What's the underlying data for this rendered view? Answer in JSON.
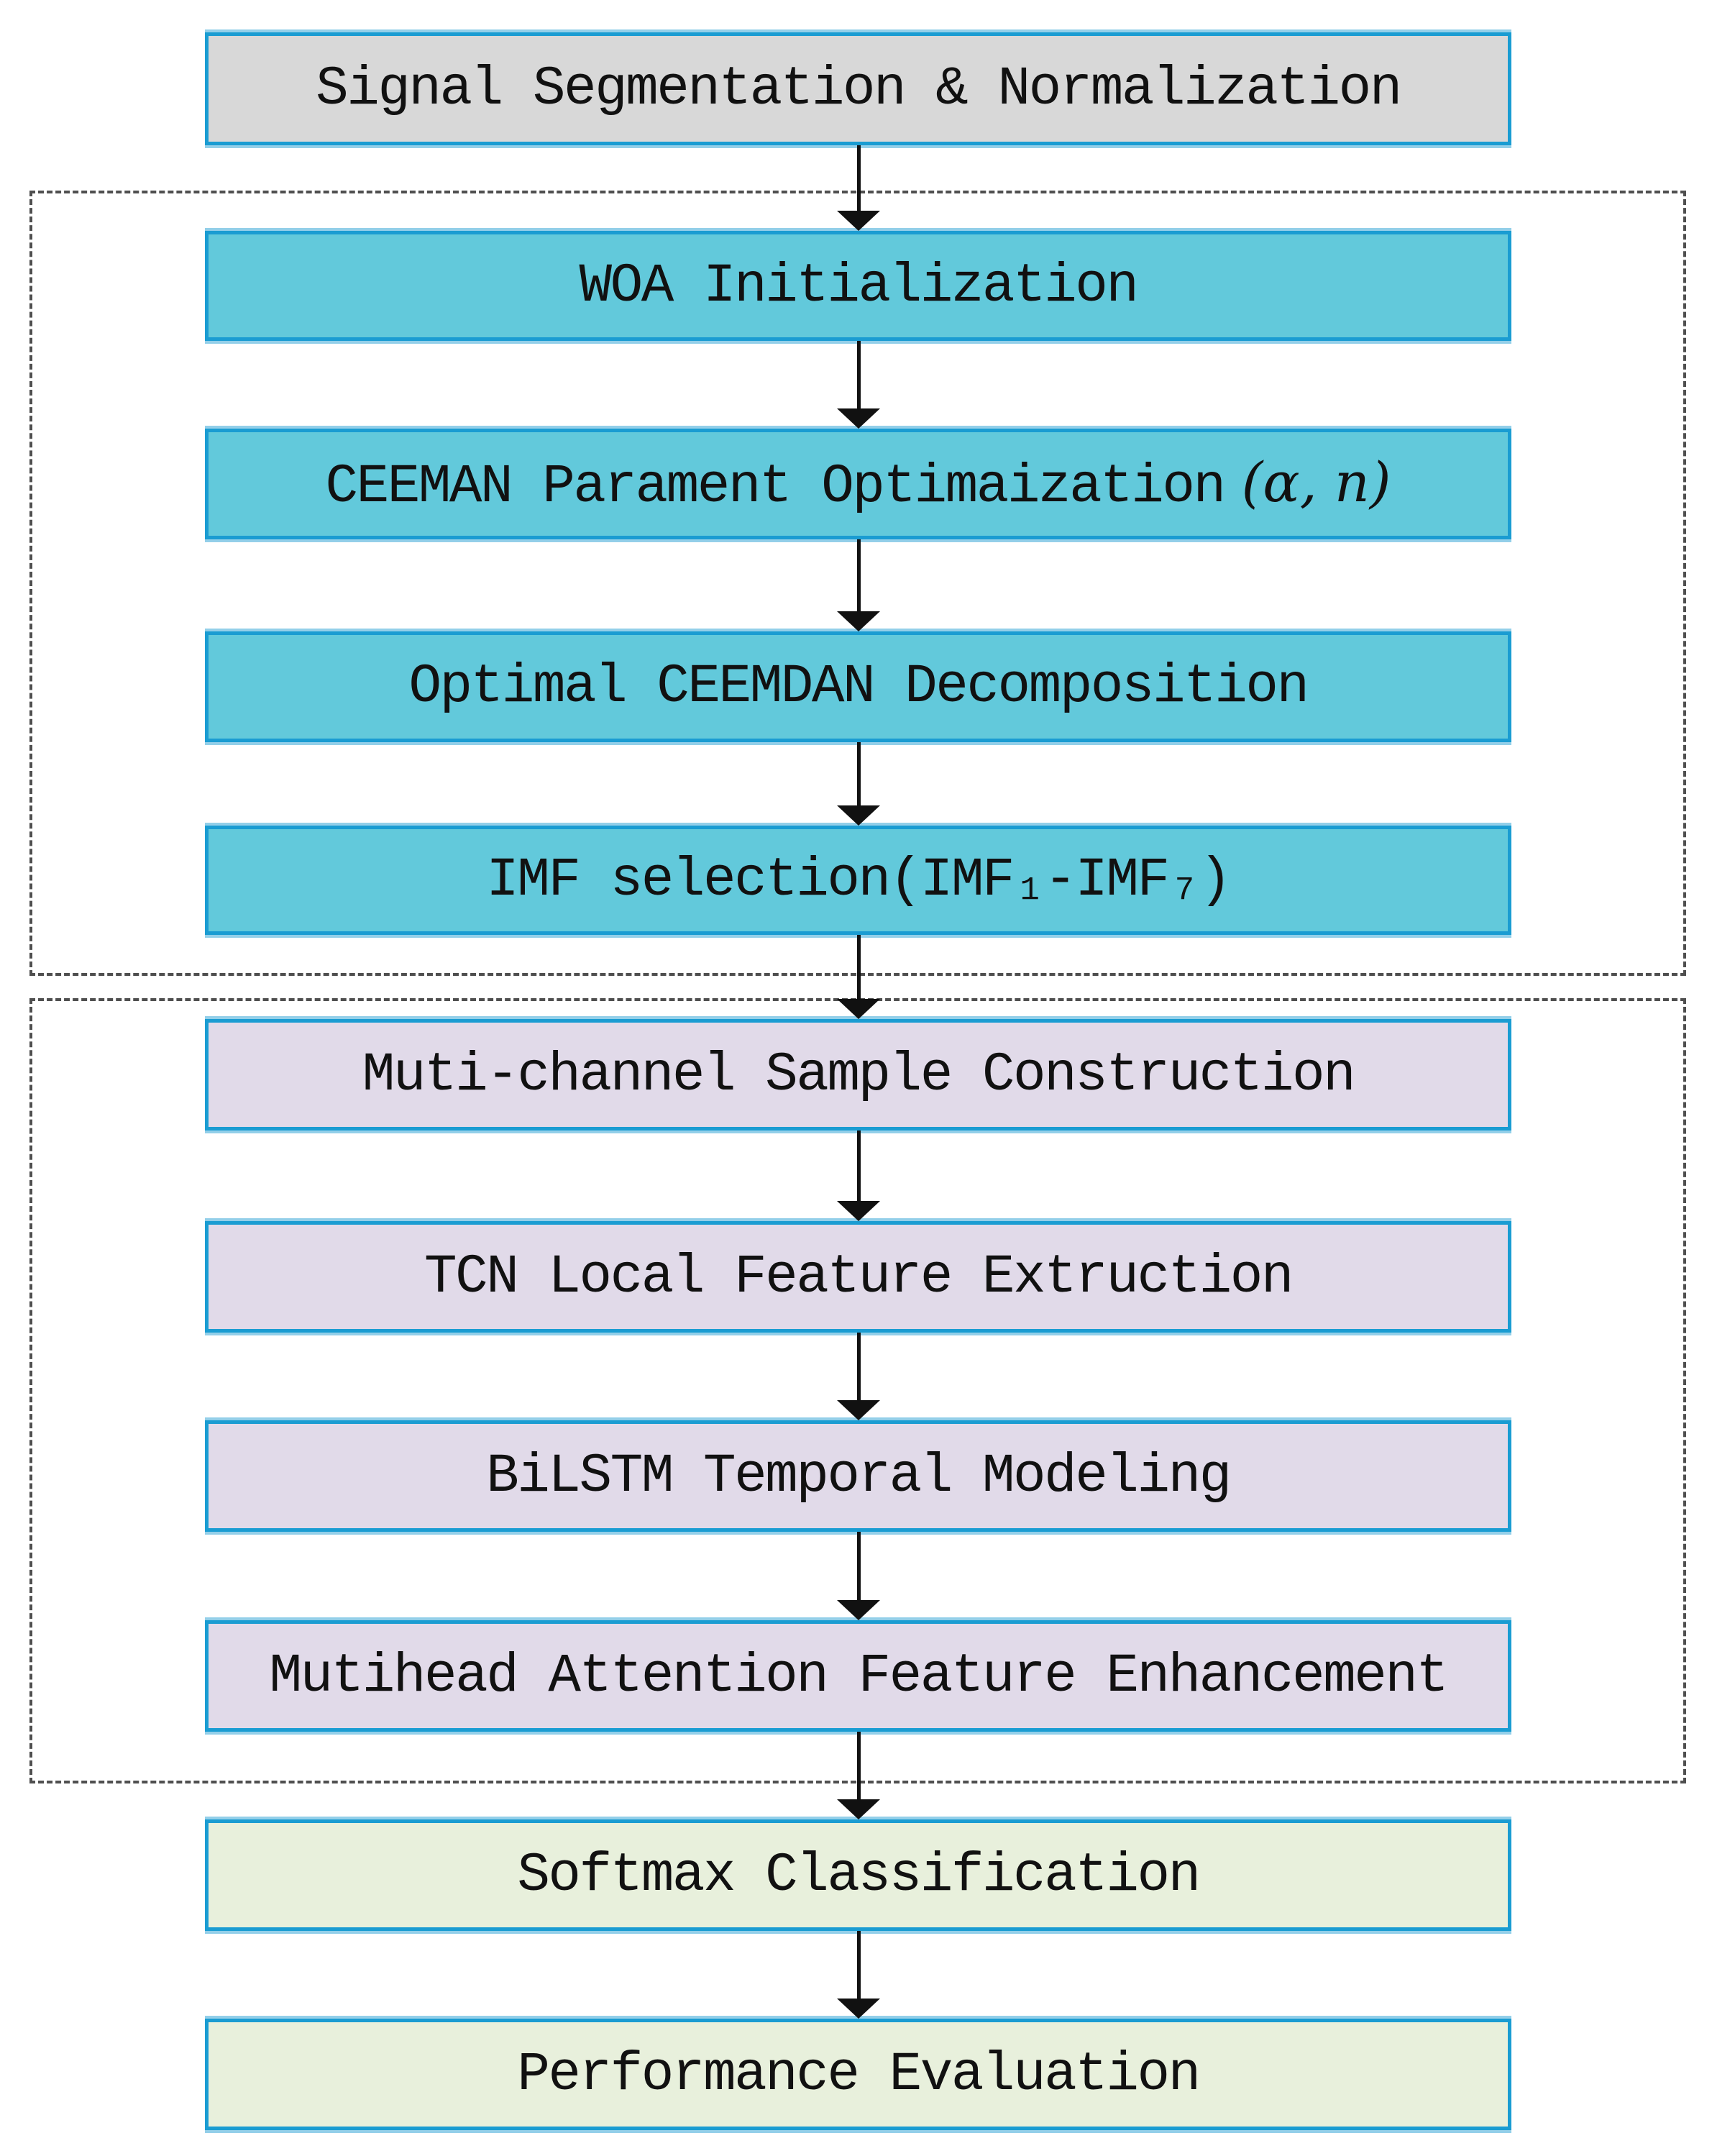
{
  "figure": {
    "type": "flowchart",
    "boxes": [
      {
        "id": "signal-segmentation",
        "label": "Signal Segmentation & Normalization",
        "fill": "#d8d8d8"
      },
      {
        "id": "woa-initialization",
        "label": "WOA Initialization",
        "fill": "#62c9db"
      },
      {
        "id": "ceeman-parament-optimaization",
        "label": "CEEMAN Parament Optimaization",
        "math": "(α, n)",
        "fill": "#62c9db"
      },
      {
        "id": "optimal-ceemdan-decomposition",
        "label": "Optimal CEEMDAN Decomposition",
        "fill": "#62c9db"
      },
      {
        "id": "imf-selection",
        "label": "IMF selection(IMF₁-IMF₇)",
        "fill": "#62c9db"
      },
      {
        "id": "muti-channel-sample-construction",
        "label": "Muti-channel Sample Construction",
        "fill": "#e1dae9"
      },
      {
        "id": "tcn-local-feature-extruction",
        "label": "TCN Local Feature Extruction",
        "fill": "#e1dae9"
      },
      {
        "id": "bilstm-temporal-modeling",
        "label": "BiLSTM Temporal Modeling",
        "fill": "#e1dae9"
      },
      {
        "id": "mutihead-attention-feature-enhancement",
        "label": "Mutihead Attention Feature Enhancement",
        "fill": "#e1dae9"
      },
      {
        "id": "softmax-classification",
        "label": "Softmax Classification",
        "fill": "#e8f0dc"
      },
      {
        "id": "performance-evaluation",
        "label": "Performance Evaluation",
        "fill": "#e8f0dc"
      }
    ],
    "colors": {
      "box_border": "#1a9cd2",
      "box_border_light": "#93cfe9",
      "arrow": "#111111",
      "dashed_border": "#4f4f4f",
      "text": "#111111",
      "background": "#ffffff"
    }
  }
}
